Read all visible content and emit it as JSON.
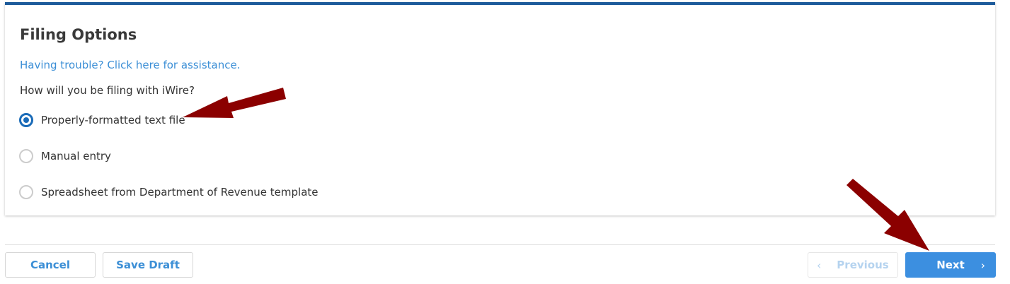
{
  "card": {
    "title": "Filing Options",
    "help_link": "Having trouble? Click here for assistance.",
    "question": "How will you be filing with iWire?",
    "options": [
      {
        "label": "Properly-formatted text file",
        "checked": true
      },
      {
        "label": "Manual entry",
        "checked": false
      },
      {
        "label": "Spreadsheet from Department of Revenue template",
        "checked": false
      }
    ]
  },
  "footer": {
    "cancel_label": "Cancel",
    "save_draft_label": "Save Draft",
    "previous_label": "Previous",
    "next_label": "Next",
    "previous_icon": "‹",
    "next_icon": "›"
  },
  "colors": {
    "accent_bar": "#1d5b9b",
    "link": "#3c8fd6",
    "primary_button": "#3c8fe0",
    "radio_checked": "#1a6bb8",
    "annotation_arrow": "#8b0000"
  }
}
